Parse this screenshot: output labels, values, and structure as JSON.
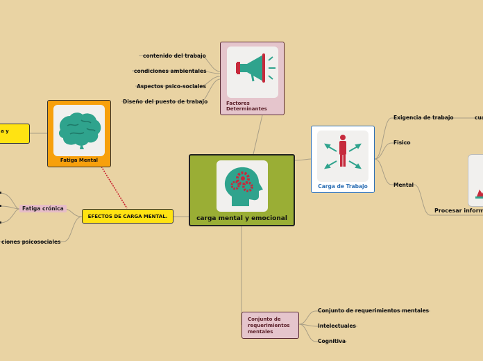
{
  "central": {
    "label": "carga mental y emocional",
    "icon": "head-gears-icon"
  },
  "factores": {
    "label_line1": "Factores",
    "label_line2": "Determinantes",
    "icon": "megaphone-icon",
    "items": [
      "contenido del trabajo",
      "condiciones ambientales",
      "Aspectos psico-sociales",
      "Diseño del puesto de trabajo"
    ]
  },
  "carga_trabajo": {
    "label": "Carga de Trabajo",
    "icon": "person-arrows-icon",
    "items": [
      "Exigencia de trabajo",
      "Fisico",
      "Mental"
    ],
    "cut_label": "cua",
    "procesar": "Procesar inform"
  },
  "fatiga_mental": {
    "label": "Fatiga Mental",
    "icon": "brain-icon",
    "left_cut": "a y"
  },
  "efectos": {
    "label": "EFECTOS DE CARGA MENTAL.",
    "fatiga_cronica": "Fatiga crónica",
    "alteraciones": "ciones psicosociales"
  },
  "conjunto": {
    "label_line1": "Conjunto de",
    "label_line2": "requerimientos",
    "label_line3": "mentales",
    "items": [
      "Conjunto de requerimientos mentales",
      "Intelectuales",
      "Cognitiva"
    ]
  },
  "colors": {
    "background": "#e9d3a3",
    "central": "#9aae35",
    "pink": "#e5c5cc",
    "orange": "#f7a00c",
    "yellow": "#ffe312",
    "blue_border": "#2c6fb4",
    "teal": "#2fa38d",
    "red": "#c62a3c"
  }
}
